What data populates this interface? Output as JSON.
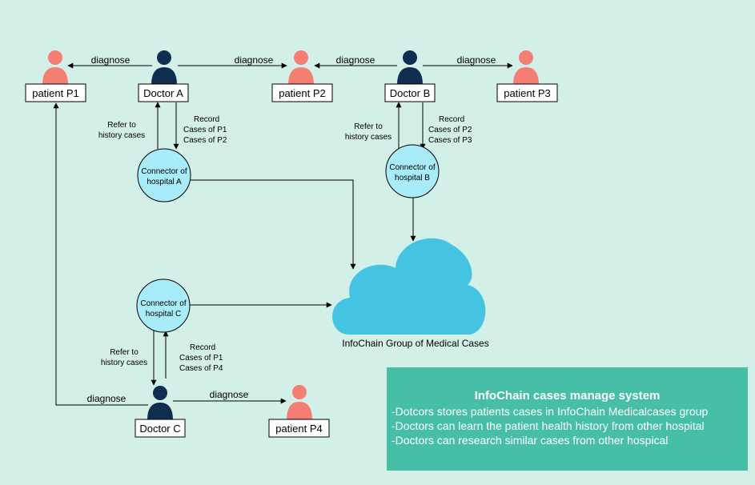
{
  "colors": {
    "background": "#d2efe8",
    "doctor": "#0f2d4f",
    "patient": "#f47e74",
    "connector": "#a8ecfa",
    "cloud": "#45c3e3",
    "panel": "#47bfa7"
  },
  "doctors": [
    {
      "id": "doctor-a",
      "label": "Doctor A"
    },
    {
      "id": "doctor-b",
      "label": "Doctor B"
    },
    {
      "id": "doctor-c",
      "label": "Doctor C"
    }
  ],
  "patients": [
    {
      "id": "patient-p1",
      "label": "patient P1"
    },
    {
      "id": "patient-p2",
      "label": "patient P2"
    },
    {
      "id": "patient-p3",
      "label": "patient P3"
    },
    {
      "id": "patient-p4",
      "label": "patient P4"
    }
  ],
  "connectors": [
    {
      "id": "connector-a",
      "lines": [
        "Connector of",
        "hospital A"
      ]
    },
    {
      "id": "connector-b",
      "lines": [
        "Connector of",
        "hospital B"
      ]
    },
    {
      "id": "connector-c",
      "lines": [
        "Connector of",
        "hospital C"
      ]
    }
  ],
  "edges": {
    "diagnose": "diagnose",
    "refer_a": [
      "Refer to",
      "history cases"
    ],
    "record_a": [
      "Record",
      "Cases of P1",
      "Cases of P2"
    ],
    "refer_b": [
      "Refer to",
      "history cases"
    ],
    "record_b": [
      "Record",
      "Cases of P2",
      "Cases of P3"
    ],
    "refer_c": [
      "Refer to",
      "history cases"
    ],
    "record_c": [
      "Record",
      "Cases of P1",
      "Cases of P4"
    ]
  },
  "cloud": {
    "label": "InfoChain Group of Medical Cases"
  },
  "info_panel": {
    "title": "InfoChain cases manage system",
    "lines": [
      "-Dotcors stores patients cases in InfoChain Medicalcases group",
      "-Doctors can learn the patient health history from other hospital",
      "-Doctors can research similar cases from other hospical"
    ]
  }
}
